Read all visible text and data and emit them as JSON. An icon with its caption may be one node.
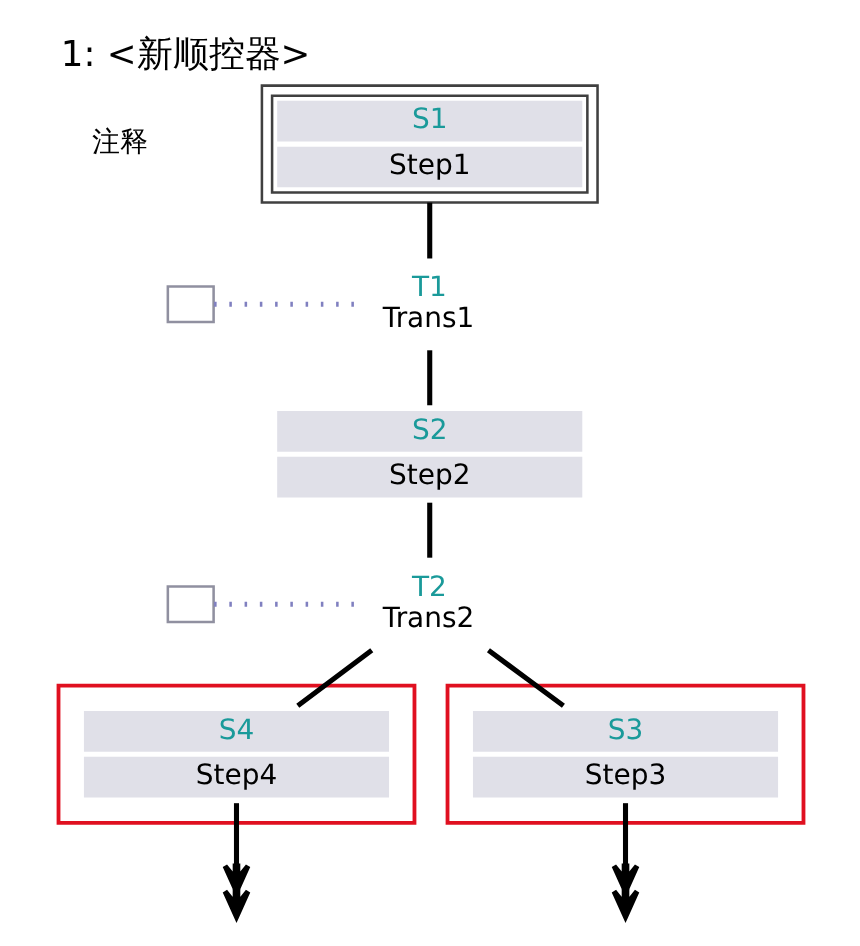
{
  "diagram": {
    "title": "1: <新顺控器>",
    "nodes": [
      {
        "text": [
          "S1",
          "Step1"
        ]
      },
      {
        "text": [
          "T1",
          "Trans1"
        ]
      },
      {
        "text": [],
        "shape": "box"
      },
      {
        "text": [
          "S2",
          "Step2"
        ]
      },
      {
        "text": [
          "T2",
          "Trans2"
        ]
      },
      {
        "text": [],
        "shape": "box"
      },
      {
        "text": [],
        "shape": "box"
      },
      {
        "text": [
          "S4",
          "Step4"
        ],
        "in": 6
      },
      {
        "text": [],
        "shape": "box"
      },
      {
        "text": [
          "S3",
          "Step3"
        ],
        "in": 8
      }
    ],
    "edges": [
      {
        "from": 0,
        "to": 1,
        "arrow": "none"
      },
      {
        "from": 2,
        "to": 1,
        "arrow": "none",
        "style": "dashed",
        "color": "#8080c0"
      },
      {
        "from": 1,
        "to": 3,
        "arrow": "none"
      },
      {
        "from": 3,
        "to": 4,
        "arrow": "none"
      },
      {
        "from": 5,
        "to": 4,
        "arrow": "none",
        "style": "dashed",
        "color": "#8080c0"
      },
      {
        "from": 4,
        "to": 7,
        "arrow": "none"
      },
      {
        "from": 4,
        "to": 9,
        "arrow": "none"
      },
      {
        "from": 7,
        "to": null,
        "arrow": "to"
      },
      {
        "from": 9,
        "to": null,
        "arrow": "to"
      }
    ],
    "labels": [
      "注释"
    ]
  }
}
